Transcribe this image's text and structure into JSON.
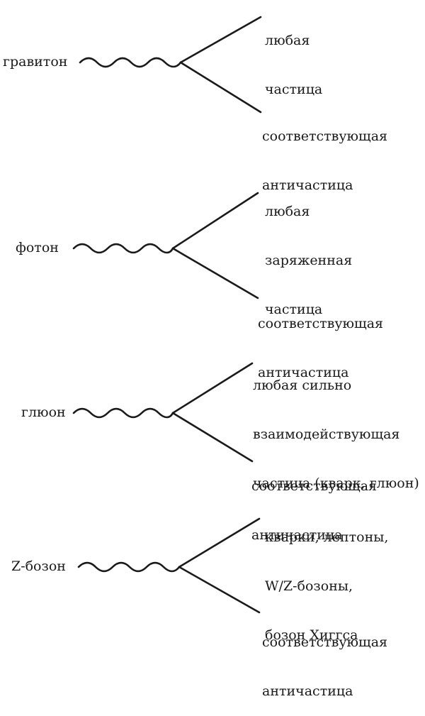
{
  "vertices": [
    {
      "boson": "гравитон",
      "upper": [
        "любая",
        "частица"
      ],
      "lower": [
        "соответствующая",
        "античастица"
      ]
    },
    {
      "boson": "фотон",
      "upper": [
        "любая",
        "заряженная",
        "частица"
      ],
      "lower": [
        "соответствующая",
        "античастица"
      ]
    },
    {
      "boson": "глюон",
      "upper": [
        "любая сильно",
        "взаимодействующая",
        "частица (кварк, глюон)"
      ],
      "lower": [
        "соответствующая",
        "античастица"
      ]
    },
    {
      "boson": "Z-бозон",
      "upper": [
        "кварки, лептоны,",
        "W/Z-бозоны,",
        "бозон Хиггса"
      ],
      "lower": [
        "соответствующая",
        "античастица"
      ]
    }
  ]
}
